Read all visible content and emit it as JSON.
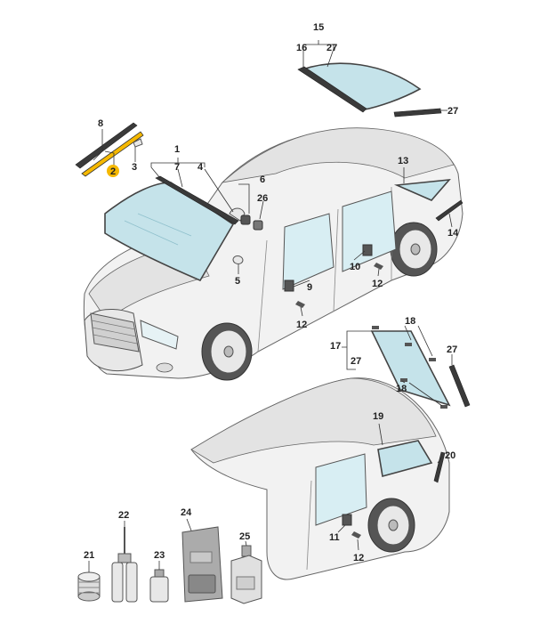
{
  "labels": {
    "l1": "1",
    "l2": "2",
    "l3": "3",
    "l4": "4",
    "l5": "5",
    "l6": "6",
    "l7": "7",
    "l8": "8",
    "l9": "9",
    "l10": "10",
    "l11": "11",
    "l12a": "12",
    "l12b": "12",
    "l12c": "12",
    "l13": "13",
    "l14": "14",
    "l15": "15",
    "l16": "16",
    "l17": "17",
    "l18a": "18",
    "l18b": "18",
    "l19": "19",
    "l20": "20",
    "l21": "21",
    "l22": "22",
    "l23": "23",
    "l24": "24",
    "l25": "25",
    "l26": "26",
    "l27a": "27",
    "l27b": "27",
    "l27c": "27",
    "l27d": "27"
  },
  "highlight_color": "#f5b800"
}
